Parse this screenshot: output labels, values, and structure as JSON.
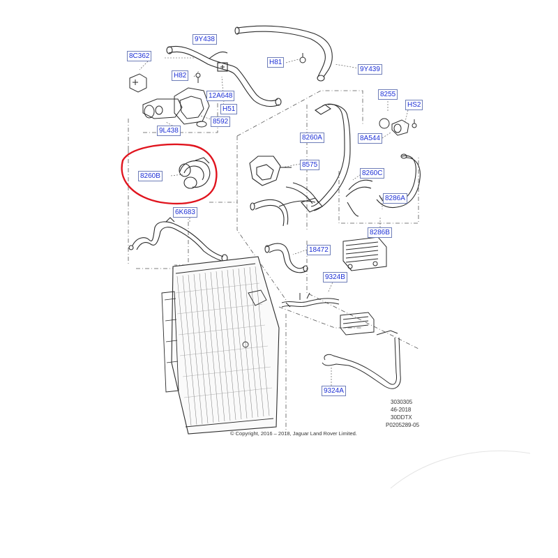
{
  "labels": {
    "p9Y438": "9Y438",
    "p8C362": "8C362",
    "pH81": "H81",
    "p9Y439": "9Y439",
    "pH82": "H82",
    "p12A648": "12A648",
    "pH51": "H51",
    "p8592": "8592",
    "p9L438": "9L438",
    "p8255": "8255",
    "pHS2": "HS2",
    "p8260A": "8260A",
    "p8A544": "8A544",
    "p8260B": "8260B",
    "p8575": "8575",
    "p8260C": "8260C",
    "p8286A": "8286A",
    "p6K683": "6K683",
    "p8286B": "8286B",
    "p18472": "18472",
    "p9324B": "9324B",
    "p9324A": "9324A"
  },
  "reference": {
    "line1": "3030305",
    "line2": "46-2018",
    "line3": "30DDTX",
    "line4": "P0205289-05"
  },
  "copyright": "© Copyright, 2016 – 2018, Jaguar Land Rover Limited.",
  "colors": {
    "label_text": "#1c2fd6",
    "highlight_circle": "#e0141e",
    "line_art": "#2a2a2a"
  }
}
